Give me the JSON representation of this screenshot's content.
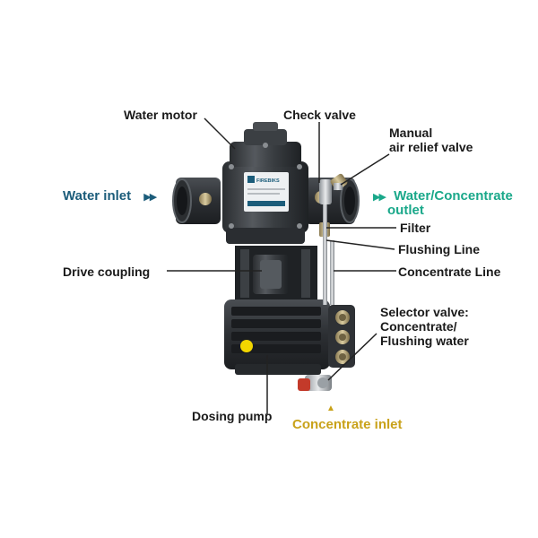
{
  "labels": {
    "water_motor": "Water motor",
    "check_valve": "Check valve",
    "manual_relief_line1": "Manual",
    "manual_relief_line2": "air relief valve",
    "water_inlet": "Water inlet",
    "outlet_line1": "Water/Concentrate",
    "outlet_line2": "outlet",
    "filter": "Filter",
    "flushing_line": "Flushing Line",
    "drive_coupling": "Drive coupling",
    "concentrate_line": "Concentrate Line",
    "selector_line1": "Selector valve:",
    "selector_line2": "Concentrate/",
    "selector_line3": "Flushing water",
    "dosing_pump": "Dosing pump",
    "concentrate_inlet": "Concentrate inlet"
  },
  "brand": {
    "logo_text": "FIREBIKS"
  },
  "icons": {
    "inlet_arrow": "double-chevron-right-icon",
    "outlet_arrow": "double-chevron-right-icon",
    "concentrate_arrow": "double-chevron-up-icon"
  },
  "colors": {
    "inlet": "#1b5c7a",
    "outlet": "#1aa88a",
    "concentrate": "#c9a21a",
    "indicator": "#f2d600"
  }
}
